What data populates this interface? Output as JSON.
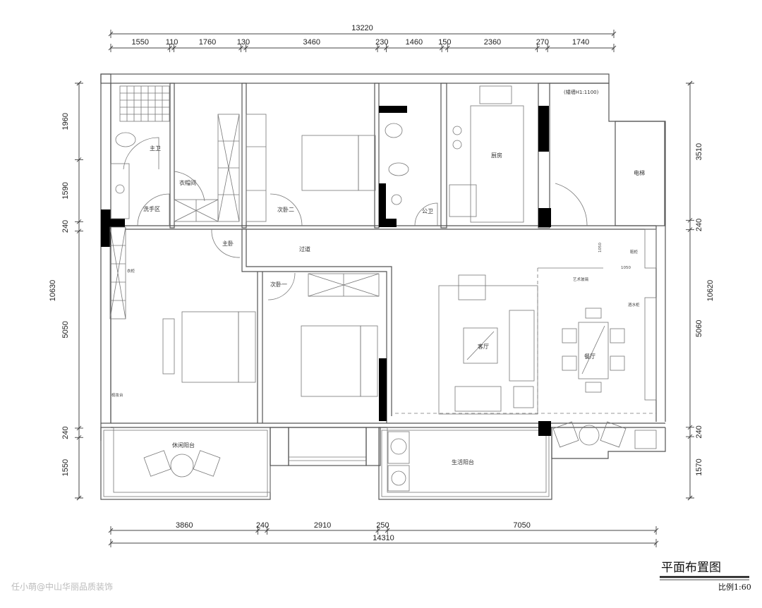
{
  "drawing": {
    "title": "平面布置图",
    "scale": "比例1:60",
    "watermark": "任小萌@中山华丽品质装饰"
  },
  "dimensions": {
    "top_total": "13220",
    "top": [
      "1550",
      "110",
      "1760",
      "130",
      "3460",
      "230",
      "1460",
      "150",
      "2360",
      "270",
      "1740"
    ],
    "bottom_total": "14310",
    "bottom": [
      "3860",
      "240",
      "2910",
      "250",
      "7050"
    ],
    "left_total": "10630",
    "left": [
      "1960",
      "1590",
      "240",
      "5050",
      "240",
      "1550"
    ],
    "right_total": "10620",
    "right": [
      "3510",
      "240",
      "5060",
      "240",
      "1570"
    ]
  },
  "rooms": {
    "master_bath": "主卫",
    "cloakroom": "衣帽间",
    "wash_area": "洗手区",
    "bedroom2": "次卧二",
    "public_bath": "公卫",
    "kitchen": "厨房",
    "elevator": "电梯",
    "low_wall": "(矮墙H1:1100)",
    "master_bedroom": "主卧",
    "corridor": "过道",
    "bedroom1": "次卧一",
    "living_room": "客厅",
    "dining_room": "餐厅",
    "leisure_balcony": "休闲阳台",
    "utility_balcony": "生活阳台"
  },
  "annotations": {
    "wardrobe": "衣柜",
    "dresser": "梳妆台",
    "shoe_cabinet": "鞋柜",
    "wine_cabinet": "酒水柜",
    "art_glass": "艺术玻璃",
    "width_1050": "1050",
    "height_1050": "1050"
  }
}
